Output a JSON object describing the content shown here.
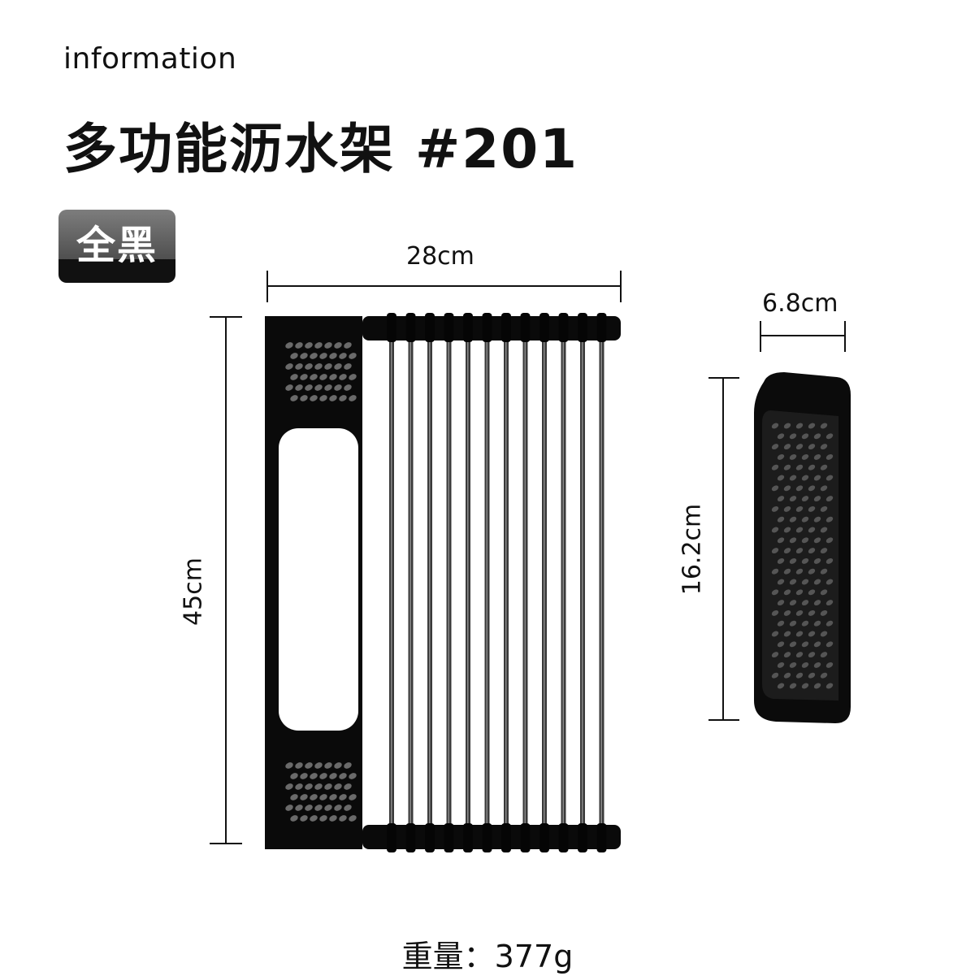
{
  "header": {
    "info_label": "information",
    "title": "多功能沥水架 #201"
  },
  "badge": {
    "label": "全黑"
  },
  "dimensions": {
    "rack_width": "28cm",
    "rack_height": "45cm",
    "box_width": "6.8cm",
    "box_height": "16.2cm"
  },
  "weight": {
    "label": "重量：",
    "value": "377g"
  },
  "colors": {
    "background": "#ffffff",
    "product": "#0a0a0a",
    "badge_top": "#7d7d7d",
    "badge_bottom": "#111111"
  },
  "icons": {
    "product_rack": "roll-up-drying-rack",
    "product_box": "drain-basket"
  }
}
